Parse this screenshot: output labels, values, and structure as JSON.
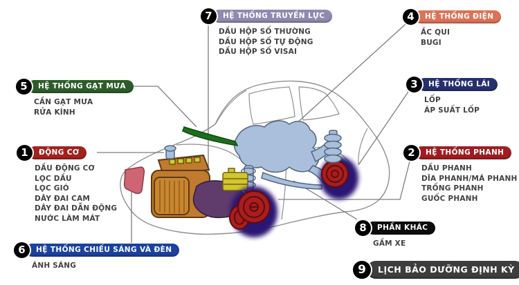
{
  "callouts": [
    {
      "number": "1",
      "title": "ĐỘNG CƠ",
      "color": "#a2221e",
      "items": [
        "DẦU ĐỘNG CƠ",
        "LỌC DẦU",
        "LỌC GIÓ",
        "DÂY ĐAI CAM",
        "DÂY ĐAI DẪN ĐỘNG",
        "NƯỚC LÀM MÁT"
      ]
    },
    {
      "number": "2",
      "title": "HỆ THỐNG PHANH",
      "color": "#9f1d22",
      "items": [
        "DẦU PHANH",
        "DĨA PHANH/MÁ PHANH",
        "TRỐNG PHANH",
        "GUỐC PHANH"
      ]
    },
    {
      "number": "3",
      "title": "HỆ THỐNG LÁI",
      "color": "#25306e",
      "items": [
        "LỐP",
        "ÁP SUẤT LỐP"
      ]
    },
    {
      "number": "4",
      "title": "HỆ THỐNG ĐIỆN",
      "color": "#dd7257",
      "items": [
        "ẮC QUI",
        "BUGI"
      ]
    },
    {
      "number": "5",
      "title": "HỆ THỐNG GẠT MƯA",
      "color": "#2d5c2a",
      "items": [
        "CẦN GẠT MƯA",
        "RỬA KÍNH"
      ]
    },
    {
      "number": "6",
      "title": "HỆ THỐNG CHIẾU SÁNG VÀ ĐÈN",
      "color": "#1b429c",
      "items": [
        "ÁNH SÁNG"
      ]
    },
    {
      "number": "7",
      "title": "HỆ THỐNG TRUYỀN LỰC",
      "color": "#8e8ab0",
      "items": [
        "DẦU HỘP SỐ THƯỜNG",
        "DẦU HỘP SỐ TỰ ĐỘNG",
        "DẦU HỘP SỐ VISAI"
      ]
    },
    {
      "number": "8",
      "title": "PHẦN KHÁC",
      "color": "#0d0d0d",
      "items": [
        "GẦM XE"
      ]
    },
    {
      "number": "9",
      "title": "LỊCH BẢO DƯỠNG ĐỊNH KỲ",
      "color": "#3d3d3d",
      "items": []
    }
  ],
  "car": {
    "outline_color": "#8f8f8f",
    "leader_line_color": "#7d7d7d",
    "engine_color": "#c07b2e",
    "engine_grille_color": "#c8862f",
    "engine_stroke": "#5c3a12",
    "transmission_color": "#5f3c6b",
    "battery_color": "#d3c52f",
    "drivetrain_color": "#a9bfdc",
    "drivetrain_stroke": "#53657f",
    "wiper_color": "#1d6e1b",
    "brake_disc_color": "#a81e1e",
    "brake_stroke": "#5e0c0c",
    "brake_glow_color": "#2a1273",
    "headlight_color": "#cf6573",
    "spark_plug_color": "#c8d22c"
  }
}
